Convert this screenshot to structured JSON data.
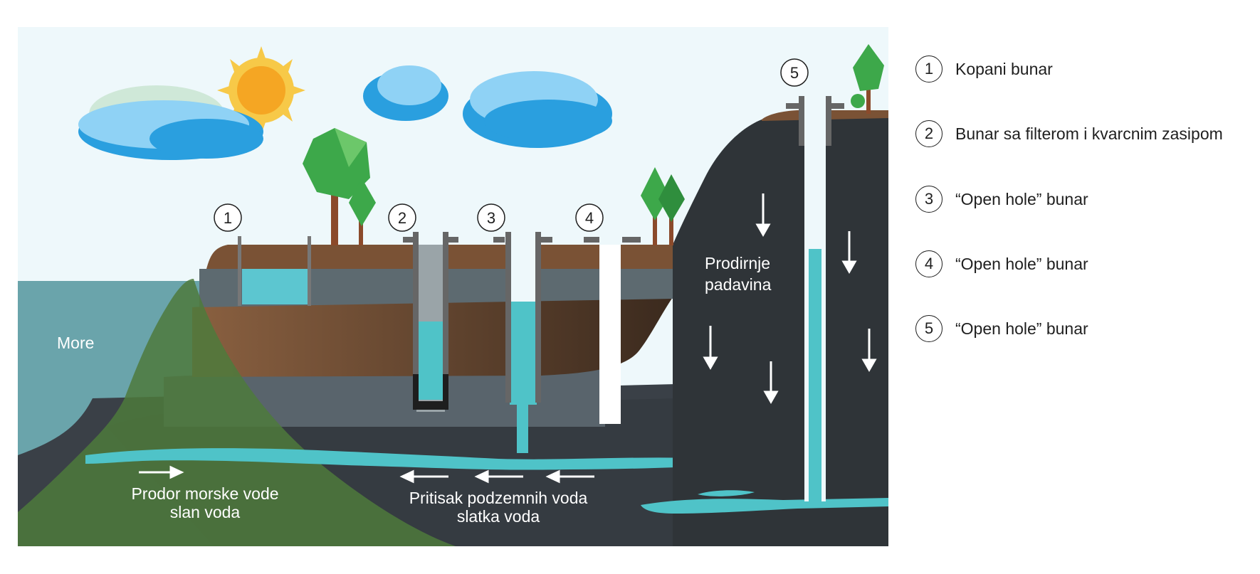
{
  "labels": {
    "sea": "More",
    "infiltration_line1": "Prodirnje",
    "infiltration_line2": "padavina",
    "intrusion_line1": "Prodor morske vode",
    "intrusion_line2": "slan voda",
    "pressure_line1": "Pritisak podzemnih voda",
    "pressure_line2": "slatka voda"
  },
  "well_markers": [
    "1",
    "2",
    "3",
    "4",
    "5"
  ],
  "legend": [
    {
      "num": "1",
      "label": "Kopani bunar"
    },
    {
      "num": "2",
      "label": "Bunar sa filterom i kvarcnim zasipom"
    },
    {
      "num": "3",
      "label": "“Open hole” bunar"
    },
    {
      "num": "4",
      "label": "“Open hole” bunar"
    },
    {
      "num": "5",
      "label": "“Open hole” bunar"
    }
  ],
  "colors": {
    "sky": "#eef8fb",
    "sea": "#6aa4ab",
    "soil": "#7a5235",
    "rock": "#2f3438",
    "water": "#4fc3c8",
    "salt_zone": "#4e7a3c",
    "sun": "#f5a623",
    "cloud": "#2a9fdf"
  }
}
